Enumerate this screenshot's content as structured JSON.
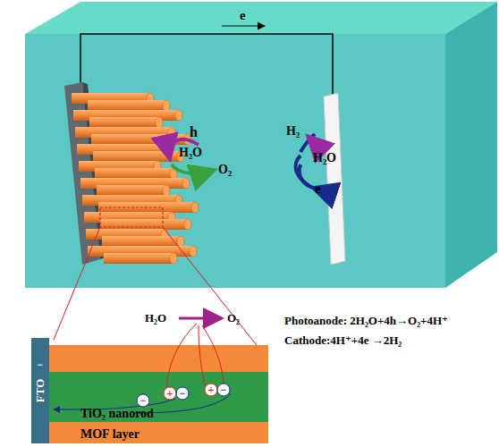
{
  "diagram": {
    "nodes": [
      {
        "text": [
          "FTO"
        ]
      },
      {
        "text": [
          "TiO₂ nanorod"
        ]
      },
      {
        "text": [
          "MOF layer"
        ]
      }
    ],
    "labels": [
      "e",
      "h",
      "H₂O",
      "O₂",
      "H₂",
      "H₂O",
      "e",
      "H₂O",
      "O₂",
      "−",
      "+",
      "−",
      "+",
      "−",
      "−",
      "Photoanode: 2H₂O+4h→O₂+4H⁺",
      "Cathode:4H⁺+4e →2H₂"
    ]
  }
}
